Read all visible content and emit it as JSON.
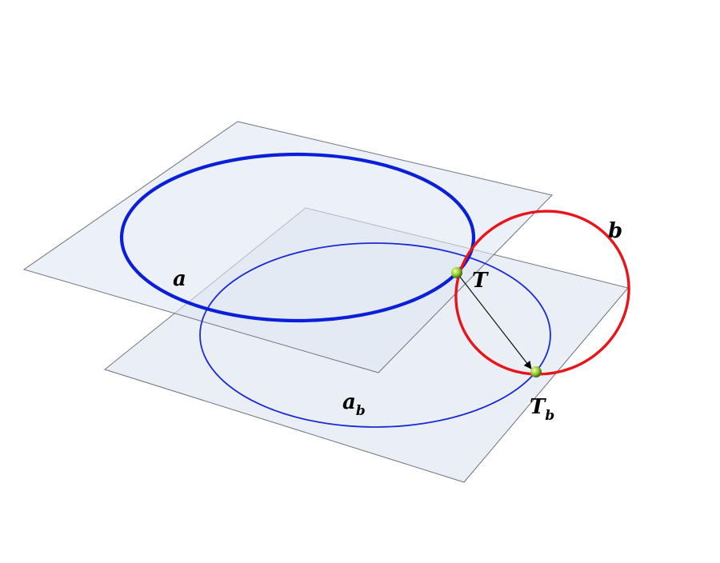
{
  "diagram": {
    "labels": {
      "circle_a": "a",
      "circle_b": "b",
      "point_T": "T",
      "projection_base": "a",
      "projection_sub": "b",
      "point_Tb_base": "T",
      "point_Tb_sub": "b"
    },
    "colors": {
      "circle_a": "#0a1fd8",
      "circle_ab": "#1a2bd4",
      "circle_b": "#e8141a",
      "plane_fill": "#dfe6f1",
      "plane_stroke": "#6e7480",
      "points": "#9acd32",
      "arrow": "#000000"
    }
  }
}
